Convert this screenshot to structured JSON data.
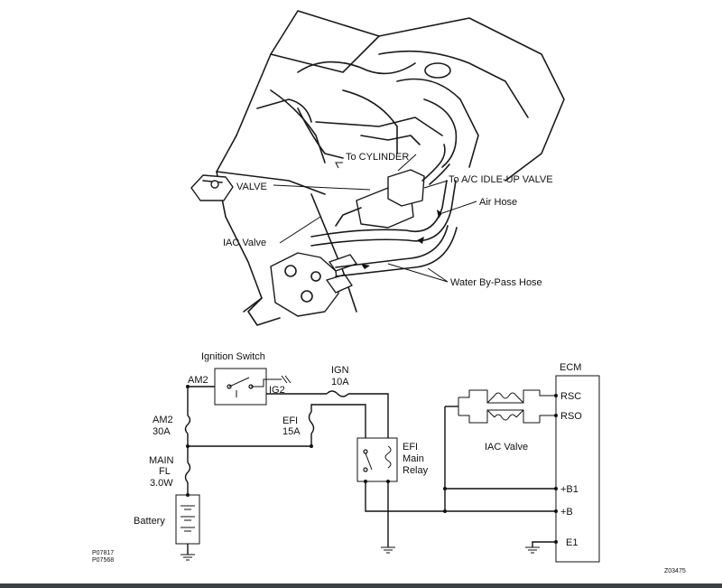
{
  "engine_view": {
    "labels": {
      "to_cylinder": "To CYLINDER",
      "valve": "VALVE",
      "to_ac_idle_up": "To A/C IDLE-UP VALVE",
      "air_hose": "Air Hose",
      "iac_valve": "IAC Valve",
      "water_bypass_hose": "Water By-Pass Hose"
    }
  },
  "circuit": {
    "ignition_switch": "Ignition Switch",
    "am2": "AM2",
    "ig2": "IG2",
    "ign": "IGN",
    "ign_rating": "10A",
    "am2_fuse": "AM2",
    "am2_rating": "30A",
    "efi_fuse": "EFI",
    "efi_rating": "15A",
    "main_fl": "MAIN",
    "main_fl_2": "FL",
    "main_fl_rating": "3.0W",
    "battery": "Battery",
    "efi_relay_1": "EFI",
    "efi_relay_2": "Main",
    "efi_relay_3": "Relay",
    "iac_valve": "IAC Valve",
    "ecm": "ECM",
    "terminals": [
      "RSC",
      "RSO",
      "+B1",
      "+B",
      "E1"
    ]
  },
  "codes": {
    "left_1": "P07817",
    "left_2": "P07568",
    "right": "Z03475"
  }
}
